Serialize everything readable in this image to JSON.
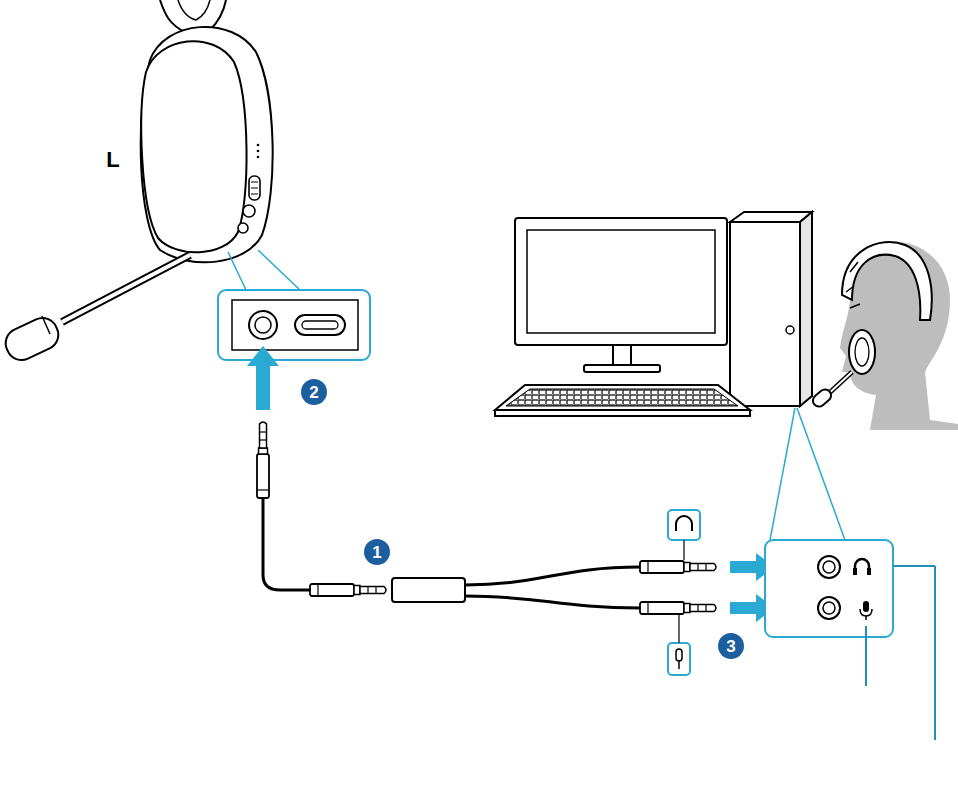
{
  "diagram": {
    "labels": [
      "L",
      "2",
      "1",
      "3"
    ]
  }
}
